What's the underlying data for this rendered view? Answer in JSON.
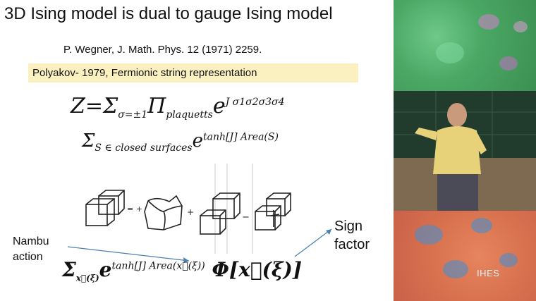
{
  "slide": {
    "title": "3D Ising model is dual to gauge Ising model",
    "reference": "P. Wegner, J. Math. Phys. 12 (1971) 2259.",
    "highlight": "Polyakov-  1979,  Fermionic string representation",
    "eq1": {
      "lhs": "Z=",
      "sum": "Σ",
      "sum_sub": "σ=±1",
      "prod": "Π",
      "prod_sub": "plaquetts",
      "exp": "e",
      "exp_sup": "J σ1σ2σ3σ4"
    },
    "eq2": {
      "sum": "Σ",
      "sum_sub": "S ∈ closed surfaces",
      "exp": "e",
      "exp_sup": "tanh[J] Area(S)"
    },
    "eq3": {
      "sum": "Σ",
      "sum_sub": "x⃗(ξ)",
      "exp": "e",
      "exp_sup": "tanh[J] Area(x⃗(ξ))",
      "phi": "Φ[x⃗(ξ)]"
    },
    "nambu_line1": "Nambu",
    "nambu_line2": "action",
    "sign_line1": "Sign",
    "sign_line2": "factor",
    "diagram": {
      "op_plus1": "= +",
      "op_plus2": "+",
      "op_minus": "−"
    }
  },
  "video": {
    "logo": "IHES"
  },
  "colors": {
    "highlight": "#fbf1c0",
    "arrow": "#4a7fb0"
  }
}
